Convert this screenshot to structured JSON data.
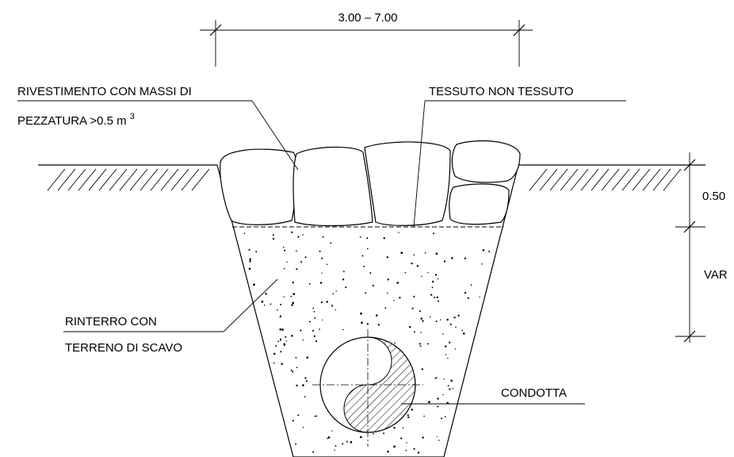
{
  "labels": {
    "top_width": "3.00 – 7.00",
    "rip_rap_line1": "RIVESTIMENTO CON MASSI DI",
    "rip_rap_line2_prefix": "PEZZATURA >0.5 m",
    "rip_rap_line2_sup": "3",
    "geotextile": "TESSUTO NON TESSUTO",
    "backfill_line1": "RINTERRO CON",
    "backfill_line2": "TERRENO DI SCAVO",
    "pipe": "CONDOTTA",
    "dim_rock_layer": "0.50",
    "dim_variable": "VAR"
  },
  "colors": {
    "line": "#000000",
    "background": "#ffffff"
  }
}
